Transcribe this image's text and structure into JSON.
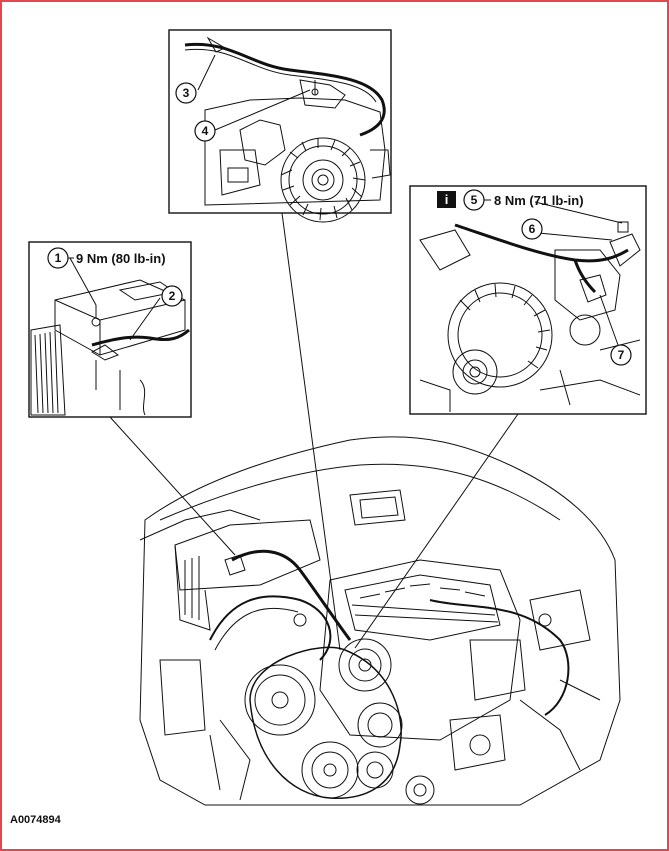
{
  "figure_id": "A0074894",
  "callouts": [
    {
      "num": "1",
      "text": "9 Nm (80 lb-in)"
    },
    {
      "num": "2",
      "text": ""
    },
    {
      "num": "3",
      "text": ""
    },
    {
      "num": "4",
      "text": ""
    },
    {
      "num": "5",
      "text": "8 Nm (71 lb-in)"
    },
    {
      "num": "6",
      "text": ""
    },
    {
      "num": "7",
      "text": ""
    }
  ],
  "info_icon": "info-icon",
  "colors": {
    "border": "#e0474f",
    "line": "#111111",
    "background": "#ffffff"
  }
}
